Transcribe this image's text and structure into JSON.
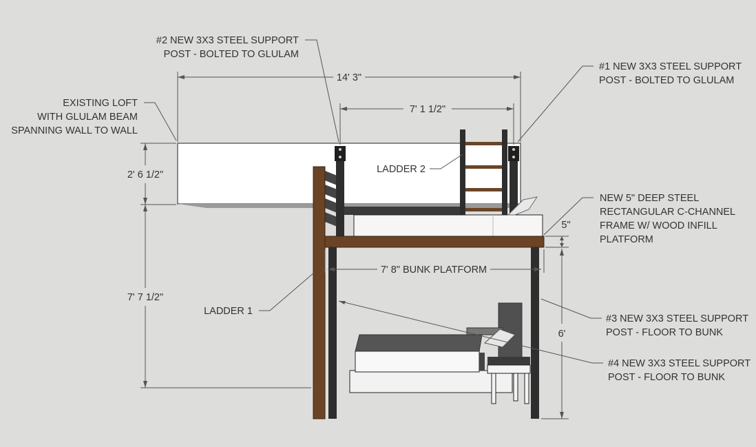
{
  "labels": {
    "post2": [
      "#2 NEW 3X3 STEEL SUPPORT",
      "POST - BOLTED TO GLULAM"
    ],
    "post1": [
      "#1 NEW 3X3 STEEL SUPPORT",
      "POST - BOLTED TO GLULAM"
    ],
    "loft": [
      "EXISTING LOFT",
      "WITH GLULAM BEAM",
      "SPANNING WALL TO WALL"
    ],
    "ladder2": "LADDER 2",
    "ladder1": "LADDER 1",
    "frame": [
      "NEW 5\" DEEP STEEL",
      "RECTANGULAR C-CHANNEL",
      "FRAME W/ WOOD INFILL",
      "PLATFORM"
    ],
    "post3": [
      "#3 NEW 3X3 STEEL SUPPORT",
      "POST - FLOOR TO BUNK"
    ],
    "post4": [
      "#4 NEW 3X3 STEEL SUPPORT",
      "POST - FLOOR TO BUNK"
    ]
  },
  "dimensions": {
    "overall_width": "14' 3\"",
    "post_spacing": "7' 1 1/2\"",
    "beam_depth": "2' 6 1/2\"",
    "loft_height": "7' 7 1/2\"",
    "platform_depth": "5\"",
    "bunk_platform": "7' 8\" BUNK PLATFORM",
    "clear_height": "6'"
  },
  "colors": {
    "background": "#dddddb",
    "wood": "#6b4426",
    "steel": "#2e2e2e",
    "mattress": "#f6f6f6"
  }
}
